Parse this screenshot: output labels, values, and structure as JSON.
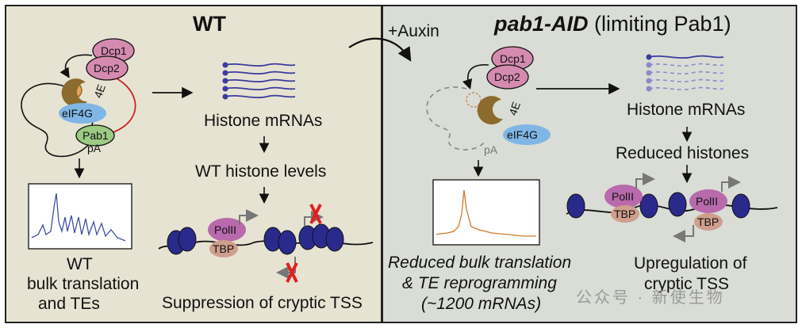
{
  "wt_panel": {
    "title": "WT",
    "proteins": {
      "dcp1": "Dcp1",
      "dcp2": "Dcp2",
      "cap": "4E",
      "eif4g": "eIF4G",
      "pab1": "Pab1",
      "polya": "pA"
    },
    "histone_mrnas": "Histone mRNAs",
    "histone_levels": "WT histone levels",
    "polii": "PolII",
    "tbp": "TBP",
    "outcome_line1": "WT",
    "outcome_line2": "bulk translation",
    "outcome_line3": "and TEs",
    "chromatin_outcome": "Suppression of cryptic TSS"
  },
  "transition": {
    "label": "+Auxin"
  },
  "aid_panel": {
    "title_gene": "pab1-AID",
    "title_rest": " (limiting Pab1)",
    "proteins": {
      "dcp1": "Dcp1",
      "dcp2": "Dcp2",
      "cap": "4E",
      "eif4g": "eIF4G",
      "polya": "pA"
    },
    "histone_mrnas": "Histone mRNAs",
    "histone_levels": "Reduced histones",
    "polii": "PolII",
    "tbp": "TBP",
    "outcome_line1": "Reduced bulk translation",
    "outcome_line2": "& TE reprogramming",
    "outcome_line3": "(~1200 mRNAs)",
    "chromatin_line1": "Upregulation of",
    "chromatin_line2": "cryptic TSS"
  },
  "watermark": "公众号 · 新使生物",
  "colors": {
    "wt_bg": "#e7e3d2",
    "aid_bg": "#d9ddd5",
    "dcp": "#d58bb0",
    "eif4g": "#7fb6e6",
    "pab1": "#9ccb83",
    "cap": "#8b6b2e",
    "mrna": "#3b3b9c",
    "nucleosome": "#2a2a8c",
    "polii": "#b86aac",
    "tbp": "#cf9e8d",
    "red_x": "#e02020",
    "polysome_wt": "#3f4fa3",
    "polysome_aid": "#d07a2a"
  }
}
